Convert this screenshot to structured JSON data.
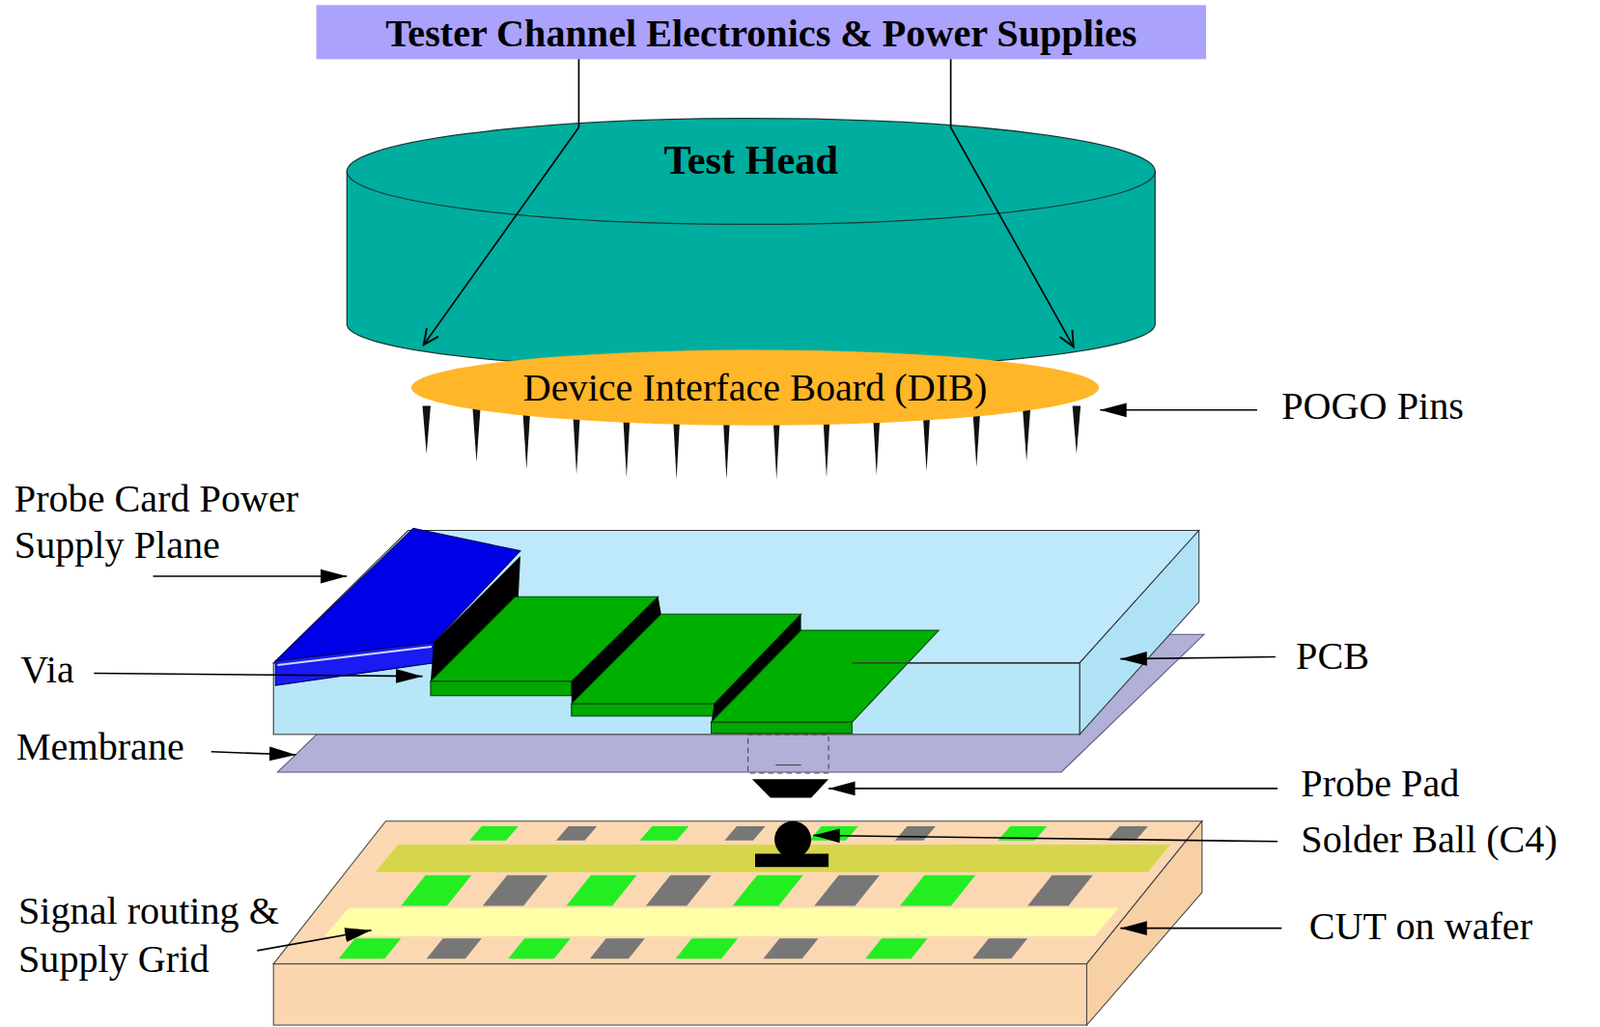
{
  "diagram": {
    "nodes": [
      {
        "text": [
          "Tester Channel Electronics & Power Supplies"
        ]
      },
      {
        "text": [
          "Test Head"
        ]
      },
      {
        "text": [
          "Device Interface Board (DIB)"
        ]
      }
    ],
    "edges": [
      {
        "from": 0,
        "to": 1,
        "arrow": "to"
      },
      {
        "from": 0,
        "to": 1,
        "arrow": "to"
      }
    ],
    "labels": [
      "POGO Pins",
      "Probe Card Power Supply Plane",
      "Via",
      "PCB",
      "Membrane",
      "Probe Pad",
      "Solder Ball (C4)",
      "Signal routing & Supply Grid",
      "CUT on wafer"
    ]
  }
}
